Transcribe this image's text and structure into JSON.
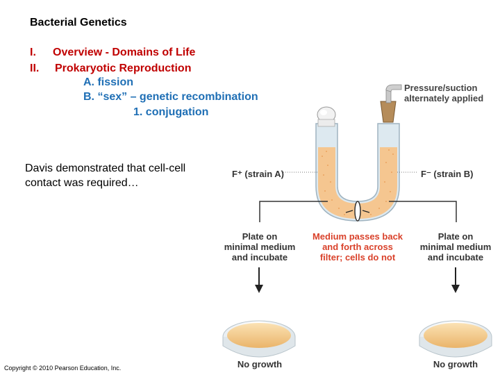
{
  "slide": {
    "title": "Bacterial Genetics",
    "outline": [
      {
        "numeral": "I.",
        "text": "Overview - Domains of Life"
      },
      {
        "numeral": "II.",
        "text": "Prokaryotic Reproduction"
      }
    ],
    "subitems": [
      {
        "text": "A. fission"
      },
      {
        "text": "B.  “sex” – genetic recombination"
      },
      {
        "text": "1. conjugation"
      }
    ],
    "body": "Davis demonstrated that cell-cell contact was required…",
    "copyright": "Copyright © 2010 Pearson Education, Inc."
  },
  "figure": {
    "pressure_label_line1": "Pressure/suction",
    "pressure_label_line2": "alternately applied",
    "strain_a": "F⁺ (strain A)",
    "strain_b": "F⁻ (strain B)",
    "plate_left": [
      "Plate on",
      "minimal medium",
      "and incubate"
    ],
    "plate_right": [
      "Plate on",
      "minimal medium",
      "and incubate"
    ],
    "medium_note": [
      "Medium passes back",
      "and forth across",
      "filter; cells do not"
    ],
    "result_left": "No growth",
    "result_right": "No growth",
    "colors": {
      "medium": "#f6c48a",
      "glass": "#d9e6ee",
      "label_red": "#d9412a",
      "plate": "#f3cf93"
    }
  }
}
